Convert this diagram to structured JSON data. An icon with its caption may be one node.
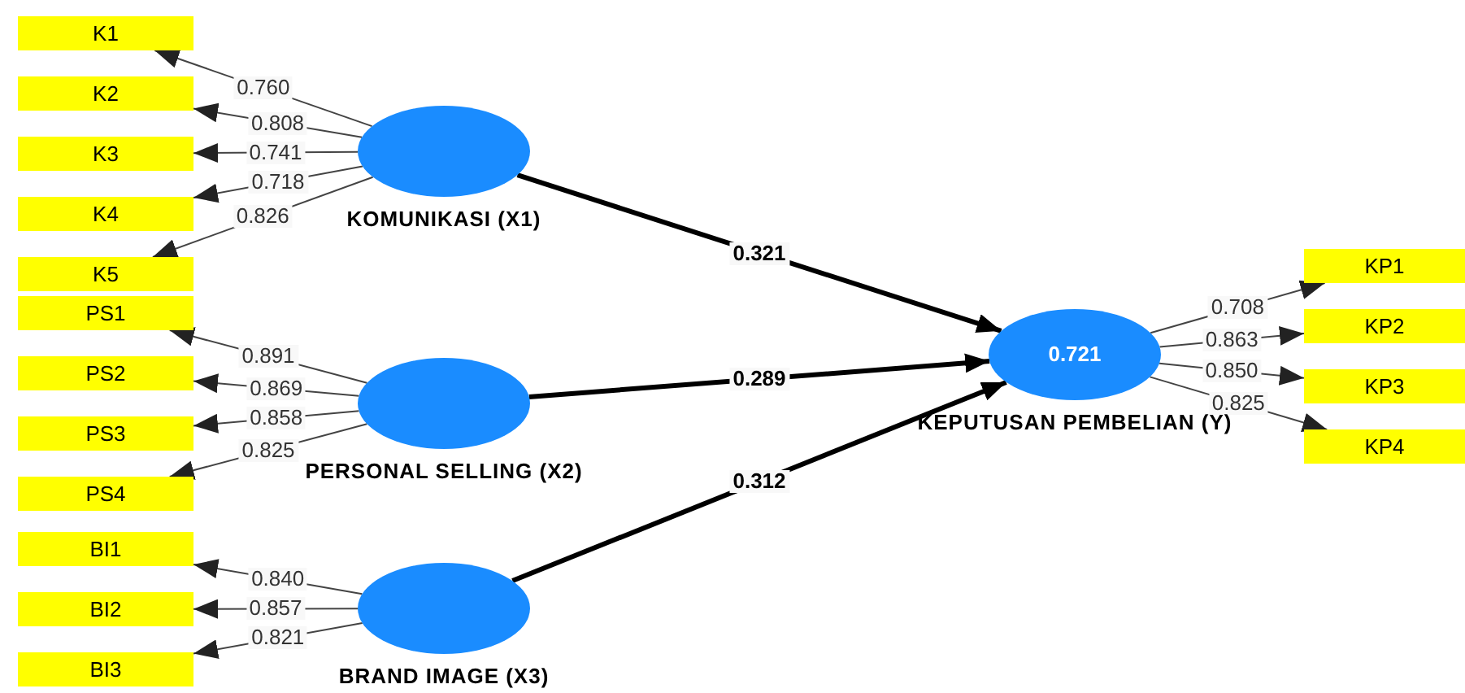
{
  "diagram": {
    "nodes": [
      {
        "text": [
          "K1"
        ]
      },
      {
        "text": [
          "K2"
        ]
      },
      {
        "text": [
          "K3"
        ]
      },
      {
        "text": [
          "K4"
        ]
      },
      {
        "text": [
          "K5"
        ]
      },
      {
        "text": [
          "KOMUNIKASI (X1)"
        ]
      },
      {
        "text": [
          "PS1"
        ]
      },
      {
        "text": [
          "PS2"
        ]
      },
      {
        "text": [
          "PS3"
        ]
      },
      {
        "text": [
          "PS4"
        ]
      },
      {
        "text": [
          "PERSONAL SELLING (X2)"
        ]
      },
      {
        "text": [
          "BI1"
        ]
      },
      {
        "text": [
          "BI2"
        ]
      },
      {
        "text": [
          "BI3"
        ]
      },
      {
        "text": [
          "BRAND IMAGE (X3)"
        ]
      },
      {
        "text": [
          "0.721",
          "KEPUTUSAN PEMBELIAN (Y)"
        ]
      },
      {
        "text": [
          "KP1"
        ]
      },
      {
        "text": [
          "KP2"
        ]
      },
      {
        "text": [
          "KP3"
        ]
      },
      {
        "text": [
          "KP4"
        ]
      }
    ],
    "edges": [
      {
        "from": 5,
        "to": 0,
        "arrow": "to",
        "label": "0.760"
      },
      {
        "from": 5,
        "to": 1,
        "arrow": "to",
        "label": "0.808"
      },
      {
        "from": 5,
        "to": 2,
        "arrow": "to",
        "label": "0.741"
      },
      {
        "from": 5,
        "to": 3,
        "arrow": "to",
        "label": "0.718"
      },
      {
        "from": 5,
        "to": 4,
        "arrow": "to",
        "label": "0.826"
      },
      {
        "from": 10,
        "to": 6,
        "arrow": "to",
        "label": "0.891"
      },
      {
        "from": 10,
        "to": 7,
        "arrow": "to",
        "label": "0.869"
      },
      {
        "from": 10,
        "to": 8,
        "arrow": "to",
        "label": "0.858"
      },
      {
        "from": 10,
        "to": 9,
        "arrow": "to",
        "label": "0.825"
      },
      {
        "from": 14,
        "to": 11,
        "arrow": "to",
        "label": "0.840"
      },
      {
        "from": 14,
        "to": 12,
        "arrow": "to",
        "label": "0.857"
      },
      {
        "from": 14,
        "to": 13,
        "arrow": "to",
        "label": "0.821"
      },
      {
        "from": 15,
        "to": 16,
        "arrow": "to",
        "label": "0.708"
      },
      {
        "from": 15,
        "to": 17,
        "arrow": "to",
        "label": "0.863"
      },
      {
        "from": 15,
        "to": 18,
        "arrow": "to",
        "label": "0.850"
      },
      {
        "from": 15,
        "to": 19,
        "arrow": "to",
        "label": "0.825"
      },
      {
        "from": 5,
        "to": 15,
        "arrow": "to",
        "label": "0.321",
        "style": "thick"
      },
      {
        "from": 10,
        "to": 15,
        "arrow": "to",
        "label": "0.289",
        "style": "thick"
      },
      {
        "from": 14,
        "to": 15,
        "arrow": "to",
        "label": "0.312",
        "style": "thick"
      }
    ]
  }
}
